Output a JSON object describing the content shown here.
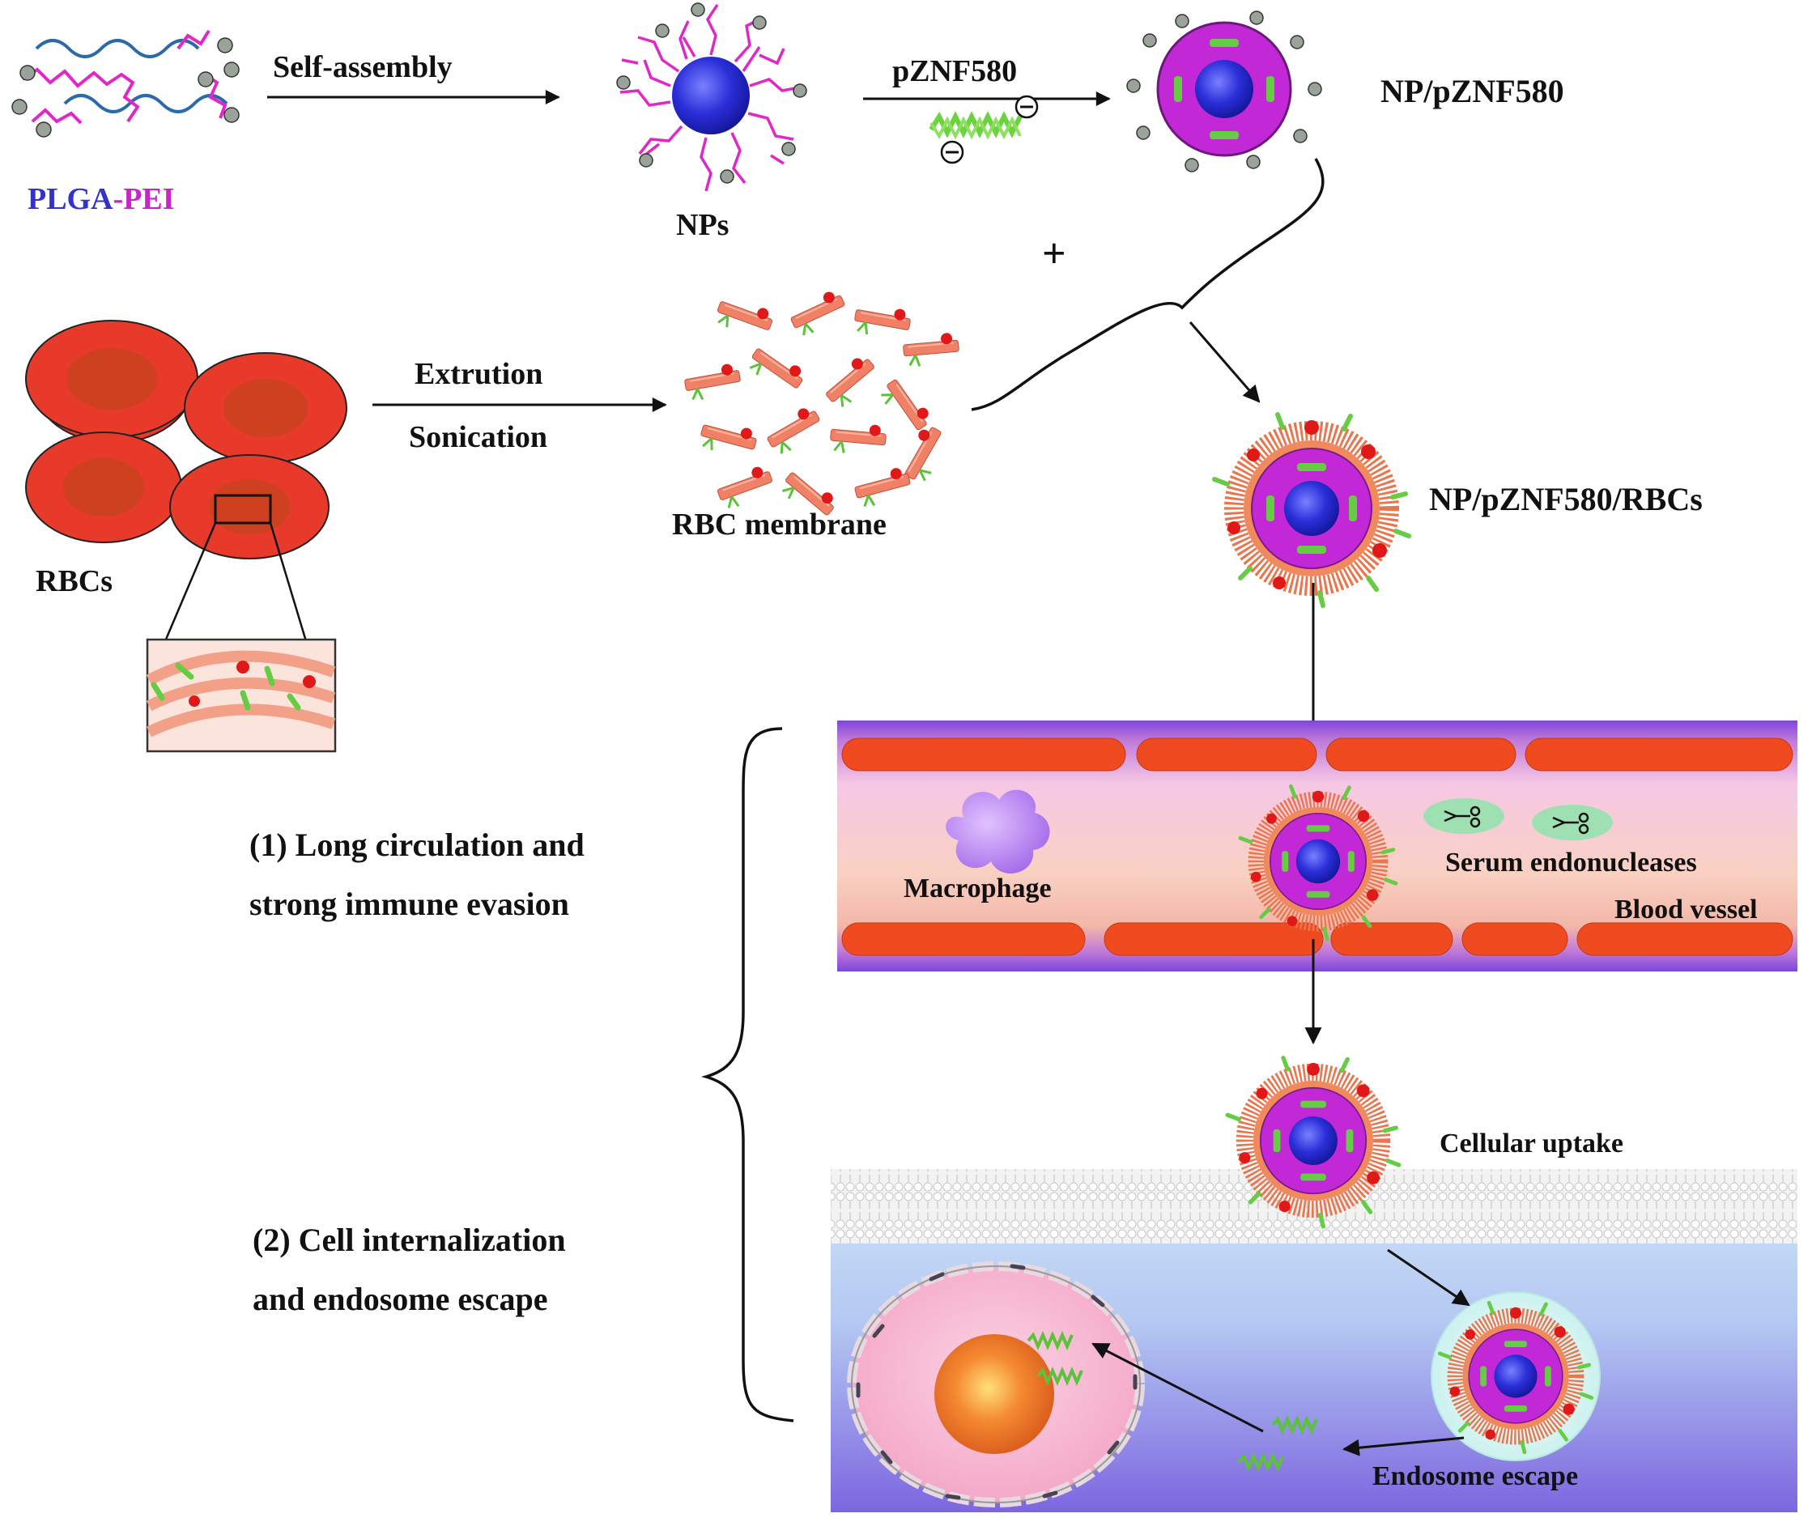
{
  "labels": {
    "plga": "PLGA",
    "dash": "-",
    "pei": "PEI",
    "self_assembly": "Self-assembly",
    "nps": "NPs",
    "pznf580": "pZNF580",
    "np_pznf580": "NP/pZNF580",
    "plus": "+",
    "extrution": "Extrution",
    "sonication": "Sonication",
    "rbc_membrane": "RBC membrane",
    "rbcs": "RBCs",
    "np_pznf580_rbcs": "NP/pZNF580/RBCs",
    "step1_line1": "(1) Long circulation and",
    "step1_line2": "strong immune evasion",
    "step2_line1": "(2) Cell internalization",
    "step2_line2": "and endosome escape",
    "macrophage": "Macrophage",
    "serum_endonucleases": "Serum endonucleases",
    "blood_vessel": "Blood vessel",
    "cellular_uptake": "Cellular uptake",
    "endosome_escape": "Endosome escape"
  },
  "colors": {
    "rbc": "#e83a2a",
    "rbc_center": "#c0391f",
    "core": "#2b2fd8",
    "pei_shell": "#c228d6",
    "membrane_coat": "#f08066",
    "plasmid": "#66cc44",
    "vessel_wall": "#7a45d8",
    "macrophage": "#b87ef0",
    "cell_bg": "#b9c8f2",
    "nucleus": "#f07a2a"
  }
}
